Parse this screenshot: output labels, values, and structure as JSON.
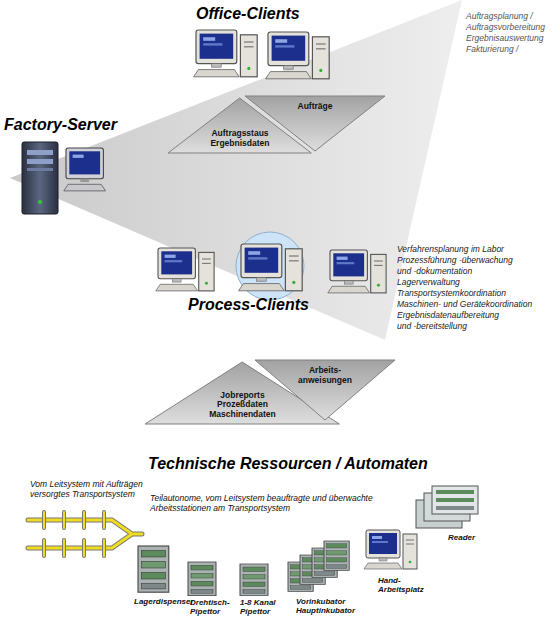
{
  "diagram": {
    "nodes": [
      {
        "text": [
          "Auftragsstaus Ergebnisdaten"
        ]
      },
      {
        "text": [
          "Aufträge"
        ]
      },
      {
        "text": [
          "Jobreports Prozeßdaten Maschinendaten"
        ]
      },
      {
        "text": [
          "Arbeits- anweisungen"
        ]
      }
    ],
    "labels": [
      "Factory-Server",
      "Office-Clients",
      "Auftragsplanung /",
      "Auftragsvorbereitung",
      "Ergebnisauswertung",
      "Fakturierung /",
      "Verfahrensplanung im Labor",
      "Prozessführung -überwachung",
      "und -dokumentation",
      "Lagerverwaltung",
      "Transportsystemkoordination",
      "Maschinen- und Gerätekoordination",
      "Ergebnisdatenaufbereitung",
      "und -bereitstellung",
      "Process-Clients",
      "Technische Ressourcen / Automaten",
      "Vom Leitsystem mit Aufträgen versorgtes Transportsystem",
      "Teilautonome, vom Leitsystem beauftragte und überwachte Arbeitsstationen am Transportsystem",
      "Reader",
      "Hand- Arbeitsplatz",
      "Lagerdispenser",
      "Drehtisch- Pipettor",
      "1-8 Kanal Pipettor",
      "Vorinkubator Hauptinkubator"
    ]
  }
}
